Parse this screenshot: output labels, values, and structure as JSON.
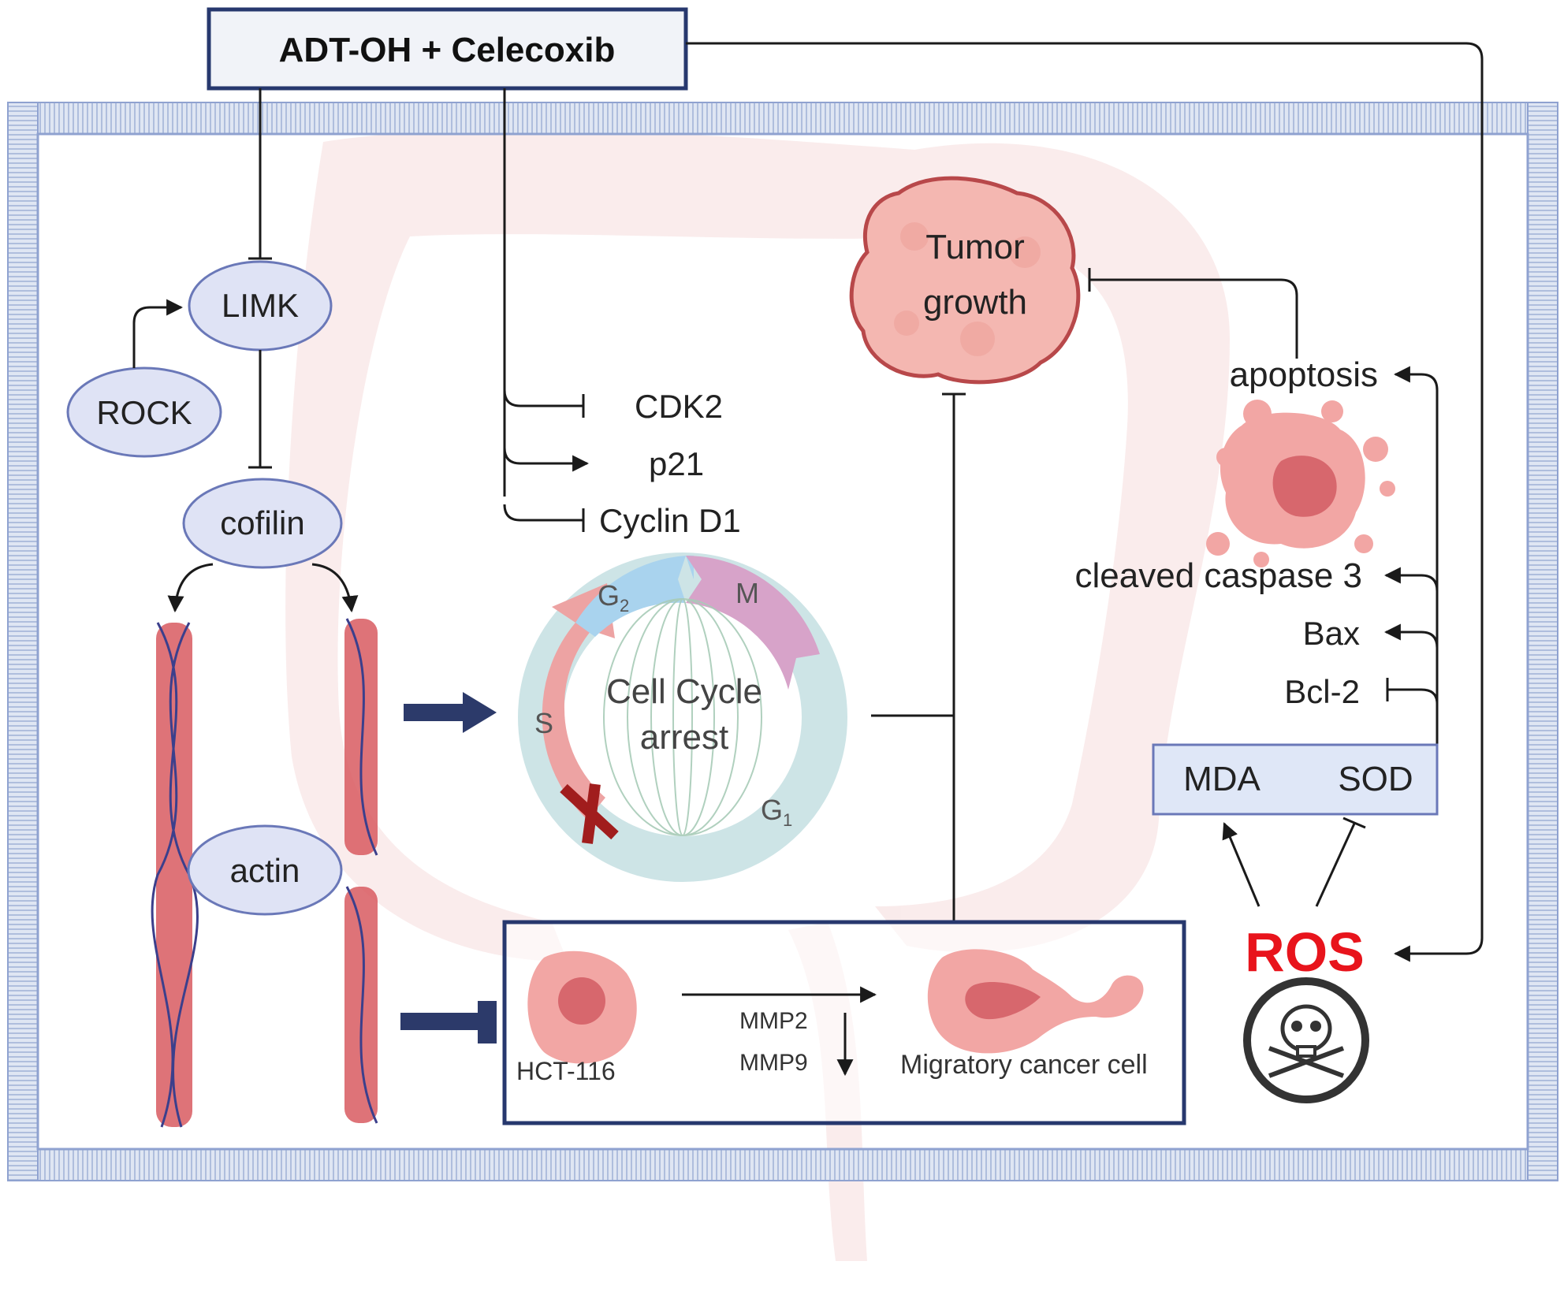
{
  "drug": {
    "label": "ADT-OH + Celecoxib"
  },
  "nodes": {
    "limk": "LIMK",
    "rock": "ROCK",
    "cofilin": "cofilin",
    "actin": "actin",
    "cdk2": "CDK2",
    "p21": "p21",
    "cyclin_d1": "Cyclin D1",
    "tumor_line1": "Tumor",
    "tumor_line2": "growth",
    "apoptosis": "apoptosis",
    "cleaved_caspase3": "cleaved caspase 3",
    "bax": "Bax",
    "bcl2": "Bcl-2",
    "mda": "MDA",
    "sod": "SOD",
    "ros": "ROS"
  },
  "cell_cycle": {
    "title_line1": "Cell Cycle",
    "title_line2": "arrest",
    "phase_g2": "G",
    "phase_g2_sub": "2",
    "phase_m": "M",
    "phase_s": "S",
    "phase_g1": "G",
    "phase_g1_sub": "1"
  },
  "migration": {
    "cell_line": "HCT-116",
    "mmp2": "MMP2",
    "mmp9": "MMP9",
    "migratory_label": "Migratory cancer cell"
  },
  "colors": {
    "ros": "#e8141c",
    "box_border": "#27386e",
    "node_fill": "#dfe3f5",
    "node_stroke": "#6a78b8",
    "inhibit_x": "#a11d1d",
    "navy_arrow": "#2c3a6a"
  }
}
